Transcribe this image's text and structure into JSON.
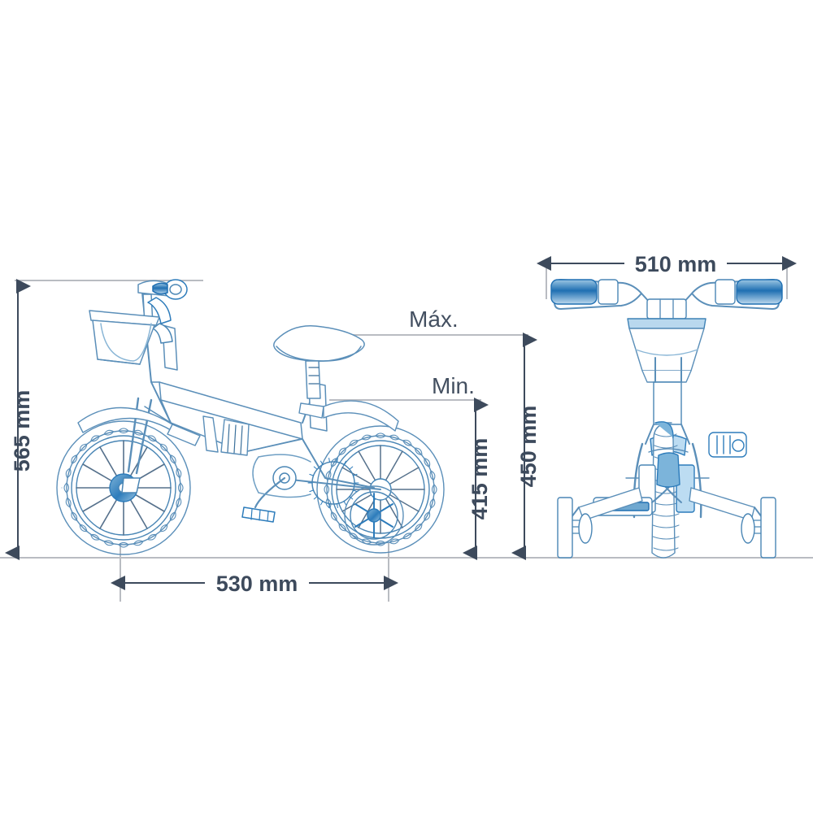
{
  "drawing": {
    "title": "Children's bicycle dimensional drawing",
    "background_color": "#ffffff",
    "line_color": "#5b8fb9",
    "accent_color": "#1f6fb2",
    "dim_color": "#3d4a5c",
    "guide_color": "#b9bcc2",
    "views": [
      {
        "id": "side-view",
        "name": "Side view of bicycle"
      },
      {
        "id": "front-view",
        "name": "Front view of bicycle"
      }
    ]
  },
  "dimensions": {
    "overall_height": {
      "value": "565 mm",
      "orientation": "vertical",
      "view": "side-view"
    },
    "saddle_max_height": {
      "value": "450 mm",
      "orientation": "vertical",
      "view": "side-view"
    },
    "saddle_min_height": {
      "value": "415 mm",
      "orientation": "vertical",
      "view": "side-view"
    },
    "wheelbase": {
      "value": "530 mm",
      "orientation": "horizontal",
      "view": "side-view"
    },
    "handlebar_width": {
      "value": "510 mm",
      "orientation": "horizontal",
      "view": "front-view"
    }
  },
  "labels": {
    "max": "Máx.",
    "min": "Min."
  }
}
